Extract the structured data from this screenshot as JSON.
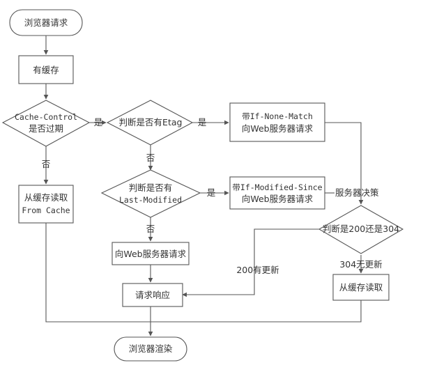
{
  "nodes": {
    "browser_request": "浏览器请求",
    "has_cache": "有缓存",
    "cache_control_line1": "Cache-Control",
    "cache_control_line2": "是否过期",
    "check_etag": "判断是否有Etag",
    "send_if_none_match_line1": "带If-None-Match",
    "send_if_none_match_line2": "向Web服务器请求",
    "check_last_modified_line1": "判断是否有",
    "check_last_modified_line2": "Last-Modified",
    "send_if_modified_since_line1": "带If-Modified-Since",
    "send_if_modified_since_line2": "向Web服务器请求",
    "read_cache_line1": "从缓存读取",
    "read_cache_line2": "From Cache",
    "request_server": "向Web服务器请求",
    "request_response": "请求响应",
    "check_status": "判断是200还是304",
    "read_cache_304": "从缓存读取",
    "browser_render": "浏览器渲染"
  },
  "edge_labels": {
    "yes_1": "是",
    "yes_2": "是",
    "yes_3": "是",
    "no_1": "否",
    "no_2": "否",
    "no_3": "否",
    "server_decide": "服务器决策",
    "status_200": "200有更新",
    "status_304": "304无更新"
  }
}
